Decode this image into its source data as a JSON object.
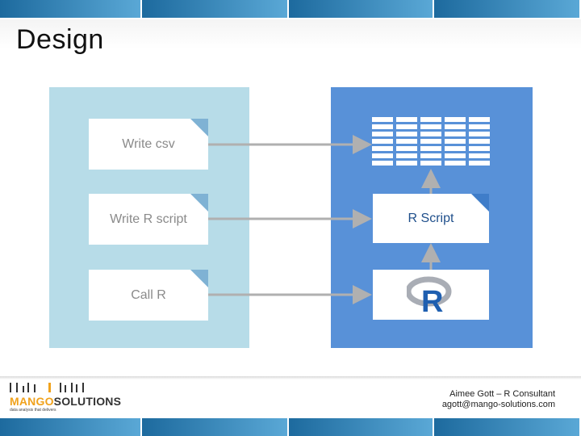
{
  "slide": {
    "title": "Design"
  },
  "diagram": {
    "left_cards": [
      "Write csv",
      "Write R script",
      "Call R"
    ],
    "right_script_label": "R Script",
    "r_logo_text": "R"
  },
  "footer": {
    "logo_mango": "MANGO",
    "logo_solutions": "SOLUTIONS",
    "logo_tagline": "data analysis that delivers",
    "author": "Aimee Gott – R Consultant",
    "email": "agott@mango-solutions.com"
  },
  "colors": {
    "bar_dark": "#1e6da0",
    "bar_light": "#4f9fd0",
    "left_panel": "#b7dce8",
    "right_panel": "#5891d8",
    "arrow": "#b0b0b0"
  }
}
